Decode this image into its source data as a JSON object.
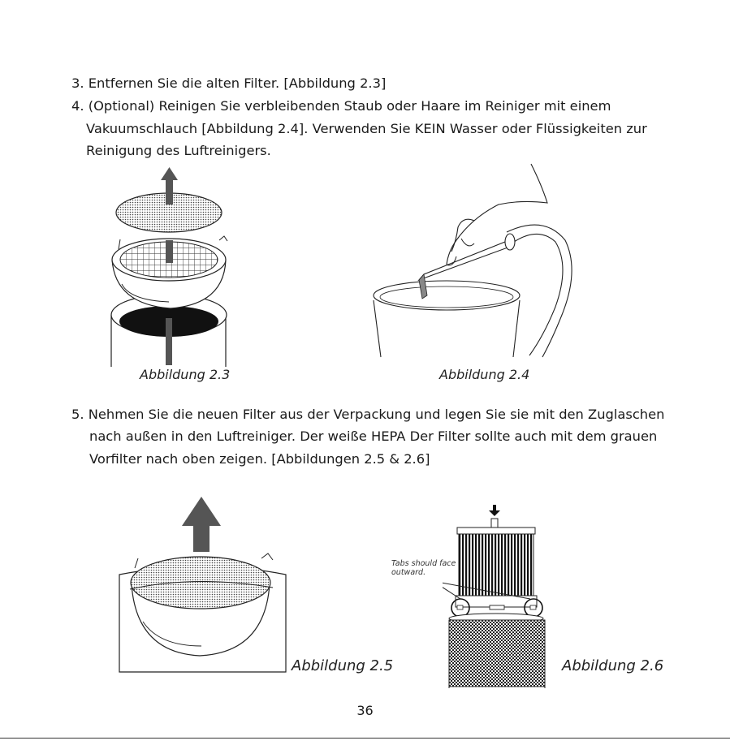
{
  "steps": [
    {
      "number": "3.",
      "lines": [
        "Entfernen Sie die alten Filter. [Abbildung 2.3]"
      ]
    },
    {
      "number": "4.",
      "lines": [
        "(Optional) Reinigen Sie verbleibenden Staub oder Haare im Reiniger mit einem",
        "Vakuumschlauch [Abbildung 2.4]. Verwenden Sie KEIN Wasser oder Flüssigkeiten zur",
        "Reinigung des Luftreinigers."
      ]
    },
    {
      "number": "5.",
      "lines": [
        "Nehmen Sie die neuen Filter aus der Verpackung und legen Sie sie mit den Zuglaschen",
        "nach außen in den Luftreiniger. Der weiße HEPA Der Filter sollte auch mit dem grauen",
        "Vorfilter nach oben zeigen. [Abbildungen 2.5 & 2.6]"
      ]
    }
  ],
  "figures": {
    "fig_2_3": {
      "caption": "Abbildung 2.3"
    },
    "fig_2_4": {
      "caption": "Abbildung 2.4"
    },
    "fig_2_5": {
      "caption": "Abbildung 2.5"
    },
    "fig_2_6": {
      "caption": "Abbildung 2.6",
      "note_lines": [
        "Tabs should face",
        "outward."
      ]
    }
  },
  "page_number": "36",
  "colors": {
    "text": "#1a1a1a",
    "arrow": "#555555",
    "black": "#111111"
  }
}
